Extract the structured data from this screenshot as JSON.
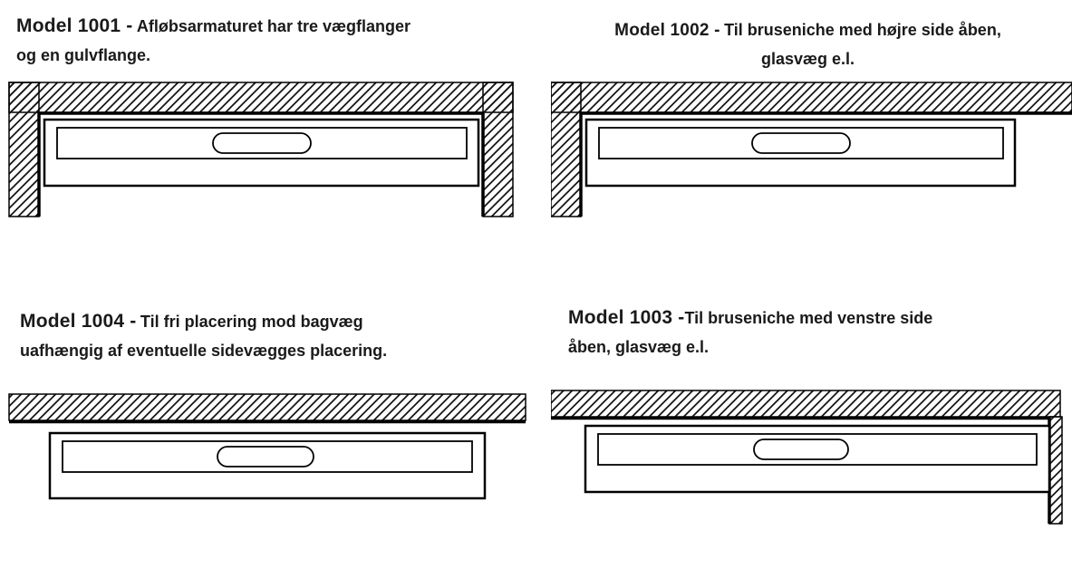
{
  "panels": {
    "m1001": {
      "model": "Model 1001 -",
      "desc_line1": "Afløbsarmaturet har tre vægflanger",
      "desc_line2": "og en gulvflange."
    },
    "m1002": {
      "model": "Model 1002 -",
      "desc_line1": "Til bruseniche med højre side åben,",
      "desc_line2": "glasvæg e.l."
    },
    "m1004": {
      "model": "Model 1004 -",
      "desc_line1": "Til fri placering mod bagvæg",
      "desc_line2": "uafhængig af eventuelle sidevægges placering."
    },
    "m1003": {
      "model": "Model 1003 -",
      "desc_line1": "Til bruseniche med venstre side",
      "desc_line2": "åben, glasvæg e.l."
    }
  },
  "colors": {
    "text": "#1a1a1a",
    "line": "#000000",
    "hatch": "#161616",
    "background": "#ffffff"
  }
}
